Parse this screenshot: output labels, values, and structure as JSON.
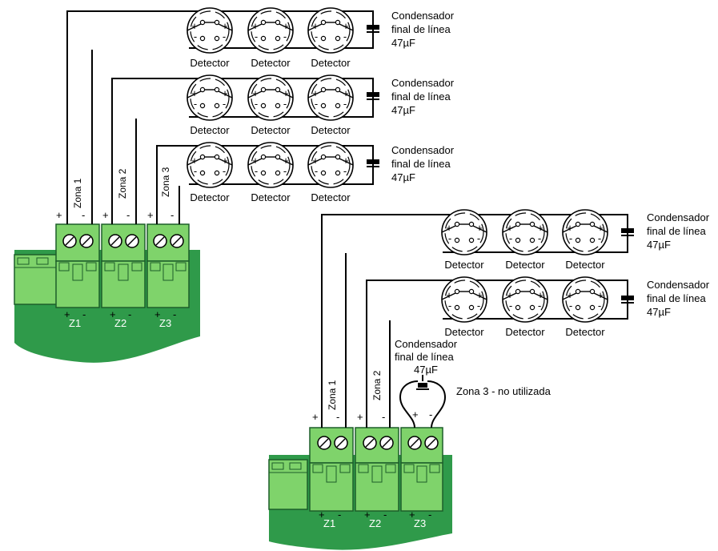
{
  "colors": {
    "terminal_green": "#7fd36b",
    "terminal_dark": "#2f8a36",
    "board_green": "#2f9a4a",
    "wire": "#000000"
  },
  "labels": {
    "detector": "Detector",
    "cap_line1": "Condensador",
    "cap_line2": "final de línea",
    "cap_line3": "47µF",
    "zone1": "Zona 1",
    "zone2": "Zona 2",
    "zone3": "Zona 3",
    "zone3_unused": "Zona 3 - no utilizada",
    "plus": "+",
    "minus": "-",
    "z1": "Z1",
    "z2": "Z2",
    "z3": "Z3"
  }
}
